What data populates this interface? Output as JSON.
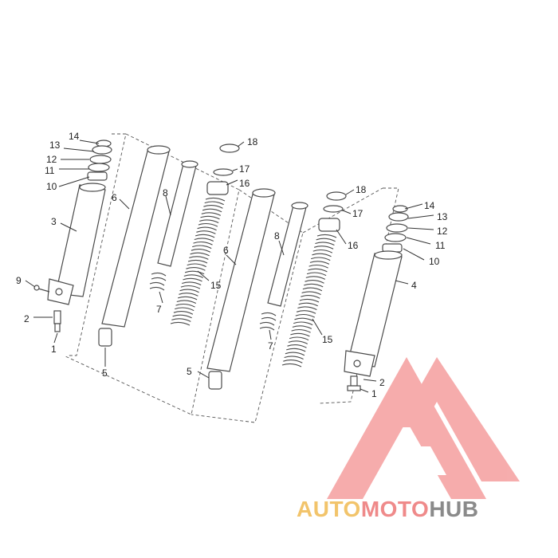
{
  "callouts": {
    "left_assembly": [
      "14",
      "13",
      "12",
      "11",
      "10",
      "3",
      "9",
      "2",
      "1",
      "6",
      "5",
      "8",
      "7",
      "15",
      "16",
      "17",
      "18"
    ],
    "right_assembly": [
      "6",
      "5",
      "8",
      "7",
      "15",
      "16",
      "17",
      "18",
      "14",
      "13",
      "12",
      "11",
      "10",
      "4",
      "2",
      "1"
    ]
  },
  "watermark": {
    "part1": "AUTO",
    "part2": "MOTO",
    "part3": "HUB",
    "color_part1": "#f2c46b",
    "color_part2": "#ef8a8a",
    "color_part3": "#8a8a8a",
    "logo_color": "#ef6a6a"
  }
}
